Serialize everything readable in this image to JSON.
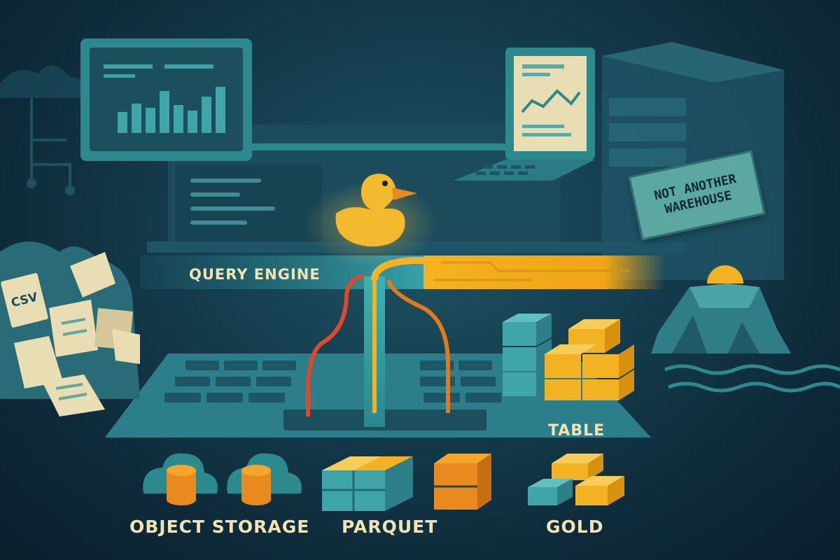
{
  "labels": {
    "query_engine": "QUERY ENGINE",
    "table": "TABLE",
    "object_storage": "OBJECT STORAGE",
    "parquet": "PARQUET",
    "gold": "GOLD"
  },
  "sign": {
    "text": "NOT ANOTHER WAREHOUSE"
  },
  "file_tag": {
    "text": "CSV"
  },
  "icons": [
    "cloud-network-icon",
    "monitor-bar-chart-icon",
    "laptop-line-chart-icon",
    "server-tower-icon",
    "duck-icon",
    "file-pile-icon",
    "data-lake-icon",
    "cloud-database-icon",
    "parquet-blocks-icon",
    "gold-blocks-icon"
  ],
  "colors": {
    "background": "#153f50",
    "teal": "#2c8a8e",
    "gold": "#f2b223",
    "orange": "#e07a20",
    "red_line": "#e0482a",
    "label": "#f1e3b3"
  }
}
